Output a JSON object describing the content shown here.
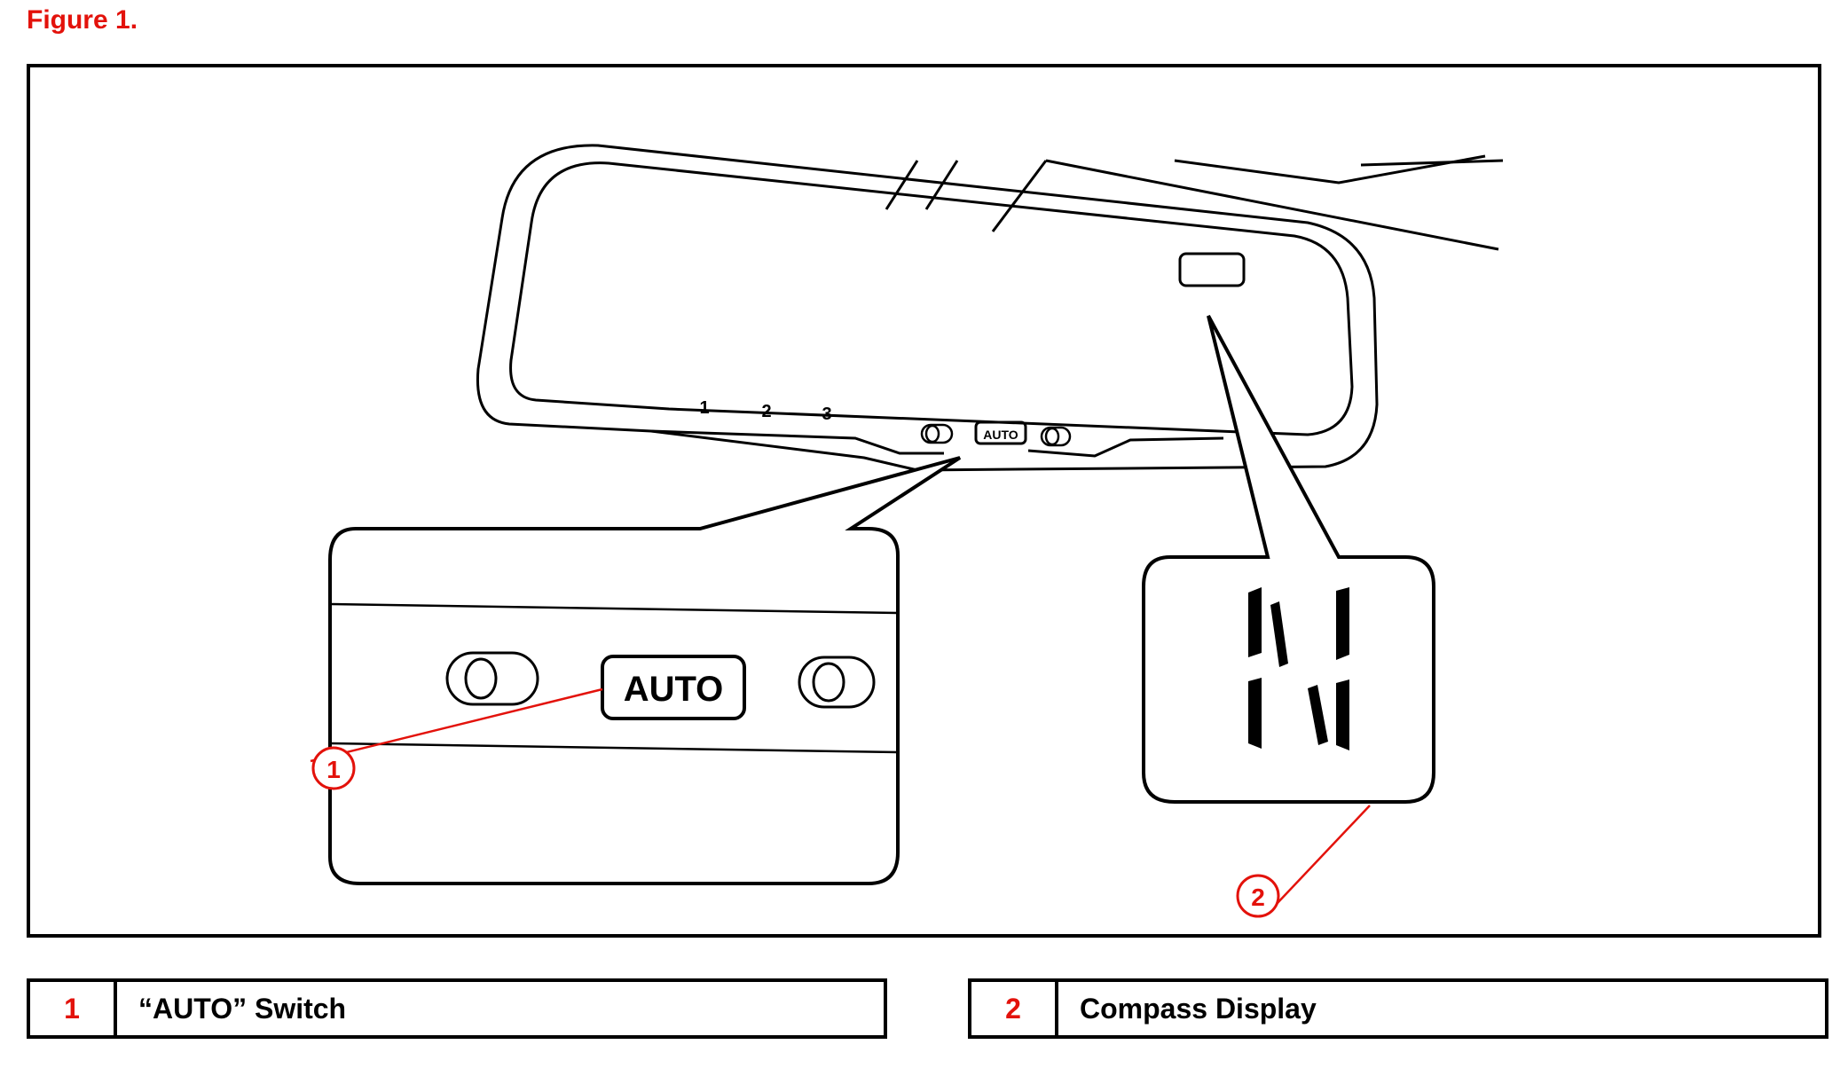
{
  "figure": {
    "title": "Figure 1."
  },
  "mirror": {
    "dimmer_labels": [
      "1",
      "2",
      "3"
    ],
    "small_button_label": "AUTO"
  },
  "callouts": [
    {
      "number": "1",
      "zoom_button_label": "AUTO"
    },
    {
      "number": "2",
      "compass_letter": "N"
    }
  ],
  "legend": [
    {
      "number": "1",
      "label": "“AUTO” Switch"
    },
    {
      "number": "2",
      "label": "Compass Display"
    }
  ],
  "colors": {
    "accent": "#e3120b",
    "line": "#000000"
  }
}
